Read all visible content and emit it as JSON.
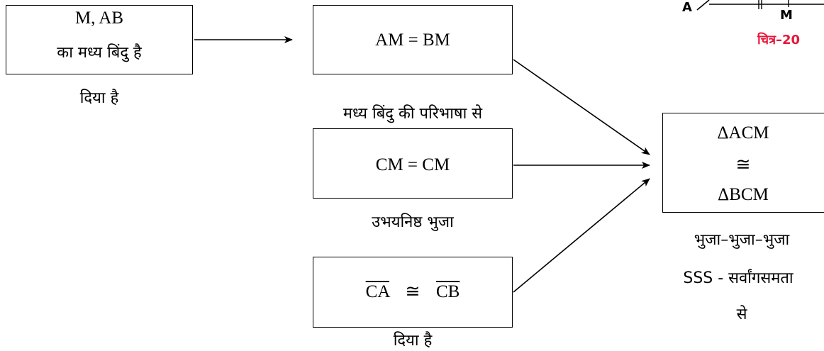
{
  "given_box": {
    "line1": "M, AB",
    "line2": "का मध्य बिंदु है",
    "caption": "दिया है"
  },
  "mid_box": {
    "text": "AM = BM",
    "caption": "मध्य बिंदु की परिभाषा से"
  },
  "common_box": {
    "text": "CM = CM",
    "caption": "उभयनिष्ठ भुजा"
  },
  "given_box2": {
    "left": "CA",
    "symbol": "≅",
    "right": "CB",
    "caption": "दिया है"
  },
  "result_box": {
    "line1": "ΔACM",
    "line2": "≅",
    "line3": "ΔBCM",
    "caption1": "भुजा–भुजा–भुजा",
    "caption2": "SSS - सर्वांगसमता",
    "caption3": "से"
  },
  "figure": {
    "point_a": "A",
    "point_m": "M",
    "label": "चित्र–20",
    "label_color": "#e8173a"
  }
}
